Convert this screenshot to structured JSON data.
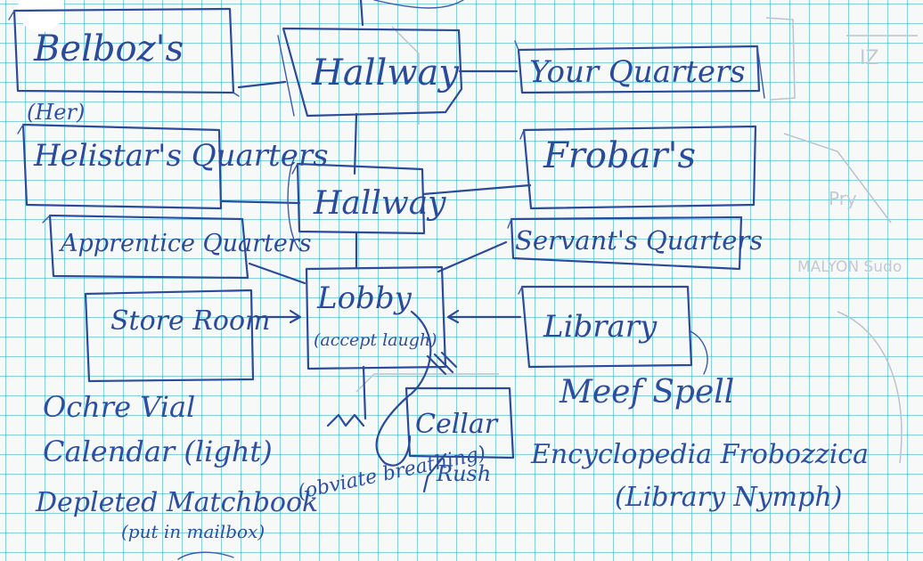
{
  "colors": {
    "ink": "#2a4b9c",
    "grid": "#28afc8",
    "paper": "#f7f9f8"
  },
  "rooms": {
    "belboz": "Belboz's",
    "hallway_top": "Hallway",
    "your_quarters": "Your Quarters",
    "helistar": "Helistar's Quarters",
    "helistar_note": "(Her)",
    "hallway_mid": "Hallway",
    "frobar": "Frobar's",
    "apprentice": "Apprentice Quarters",
    "servant": "Servant's Quarters",
    "store_room": "Store Room",
    "lobby": "Lobby",
    "lobby_note": "(accept laugh)",
    "library": "Library",
    "cellar": "Cellar",
    "rush": "Rush"
  },
  "notes": {
    "item1": "Ochre Vial",
    "item2": "Calendar (light)",
    "item3": "Depleted Matchbook",
    "item3_sub": "(put in mailbox)",
    "obviate": "(obviate breathing)",
    "spell": "Meef Spell",
    "encyclopedia": "Encyclopedia Frobozzica",
    "nymph": "(Library Nymph)"
  },
  "margin_faint": {
    "f1": "IZ",
    "f2": "Pry",
    "f3": "MALYON Sudo"
  }
}
